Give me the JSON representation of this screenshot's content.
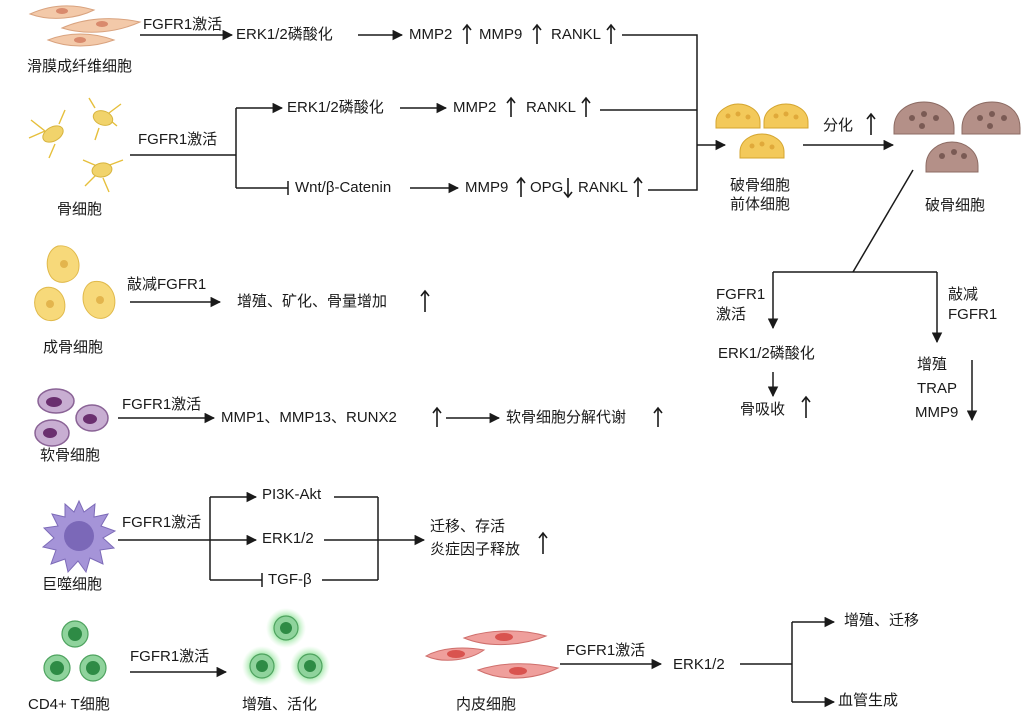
{
  "synovial": {
    "name": "滑膜成纤维细胞",
    "trigger": "FGFR1激活",
    "step1": "ERK1/2磷酸化",
    "outputs": [
      "MMP2",
      "MMP9",
      "RANKL"
    ]
  },
  "osteocyte": {
    "name": "骨细胞",
    "trigger": "FGFR1激活",
    "branch_upper": {
      "step": "ERK1/2磷酸化",
      "outputs": [
        "MMP2",
        "RANKL"
      ]
    },
    "branch_lower": {
      "step": "Wnt/β-Catenin",
      "outputs": [
        "MMP9",
        "OPG",
        "RANKL"
      ]
    }
  },
  "osteoclast": {
    "precursor_line1": "破骨细胞",
    "precursor_line2": "前体细胞",
    "differentiation": "分化",
    "mature": "破骨细胞",
    "left_trigger_line1": "FGFR1",
    "left_trigger_line2": "激活",
    "left_step": "ERK1/2磷酸化",
    "left_result": "骨吸收",
    "right_trigger_line1": "敲减",
    "right_trigger_line2": "FGFR1",
    "right_results": [
      "增殖",
      "TRAP",
      "MMP9"
    ]
  },
  "osteoblast": {
    "name": "成骨细胞",
    "trigger": "敲减FGFR1",
    "result": "增殖、矿化、骨量增加"
  },
  "chondrocyte": {
    "name": "软骨细胞",
    "trigger": "FGFR1激活",
    "markers": "MMP1、MMP13、RUNX2",
    "result": "软骨细胞分解代谢"
  },
  "macrophage": {
    "name": "巨噬细胞",
    "trigger": "FGFR1激活",
    "pathways": [
      "PI3K-Akt",
      "ERK1/2",
      "TGF-β"
    ],
    "result_line1": "迁移、存活",
    "result_line2": "炎症因子释放"
  },
  "tcell": {
    "name": "CD4+ T细胞",
    "trigger": "FGFR1激活",
    "result": "增殖、活化"
  },
  "endothelial": {
    "name": "内皮细胞",
    "trigger": "FGFR1激活",
    "step": "ERK1/2",
    "result_upper": "增殖、迁移",
    "result_lower": "血管生成"
  },
  "colors": {
    "line": "#1a1a1a",
    "fibroblast": "#f3c9a9",
    "osteocyte": "#f1d36b",
    "osteoblast": "#f7d97a",
    "precursor": "#f3c95a",
    "osteoclast": "#a98a80",
    "chondrocyte_outer": "#c8aed2",
    "chondrocyte_nucleus": "#6a2f6f",
    "macrophage": "#a594d8",
    "tcell_outer": "#6fbf7f",
    "tcell_nucleus": "#2e8b45",
    "endothelial": "#e9908e"
  },
  "icons": {
    "up": "up-arrow-icon",
    "down": "down-arrow-icon",
    "inhibit": "inhibition-bar-icon"
  }
}
